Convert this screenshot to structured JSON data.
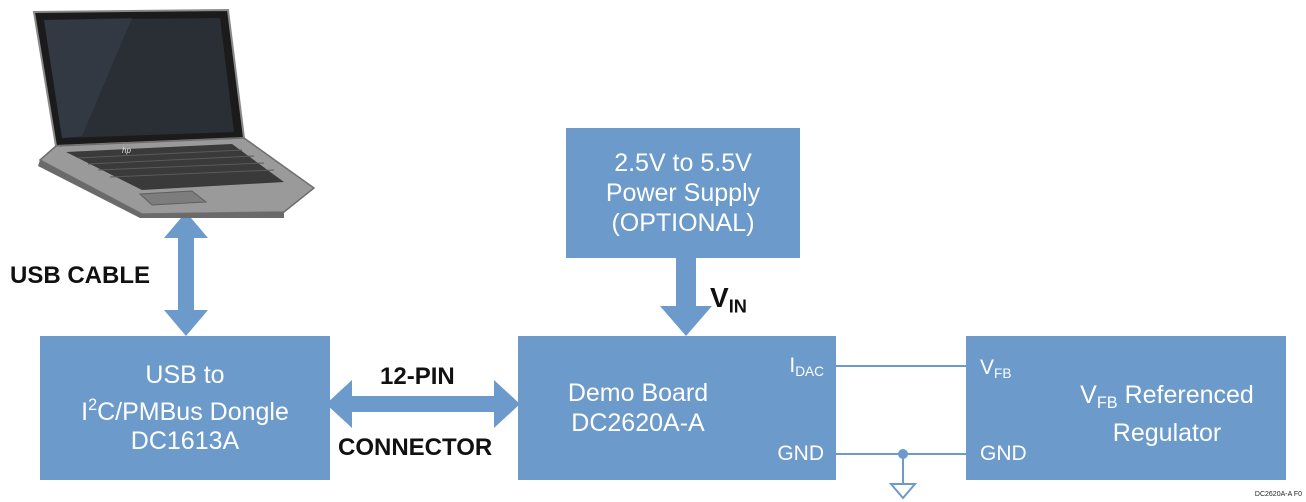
{
  "laptop": {
    "brand": "hp"
  },
  "power_supply": {
    "line1": "2.5V to 5.5V",
    "line2": "Power Supply",
    "line3": "(OPTIONAL)"
  },
  "dongle": {
    "line1": "USB to",
    "line2_prefix": "I",
    "line2_sup": "2",
    "line2_suffix": "C/PMBus Dongle",
    "line3": "DC1613A"
  },
  "demo_board": {
    "line1": "Demo Board",
    "line2": "DC2620A-A",
    "pin_idac_main": "I",
    "pin_idac_sub": "DAC",
    "pin_gnd": "GND"
  },
  "regulator": {
    "title_main": "V",
    "title_sub": "FB",
    "title_rest": " Referenced",
    "line2": "Regulator",
    "pin_vfb_main": "V",
    "pin_vfb_sub": "FB",
    "pin_gnd": "GND"
  },
  "labels": {
    "usb_cable": "USB CABLE",
    "pin12": "12-PIN",
    "connector": "CONNECTOR",
    "vin_main": "V",
    "vin_sub": "IN"
  },
  "caption": "DC2620A-A F0",
  "colors": {
    "box": "#6b9acb",
    "line": "#6b9acb",
    "text": "#111111"
  }
}
